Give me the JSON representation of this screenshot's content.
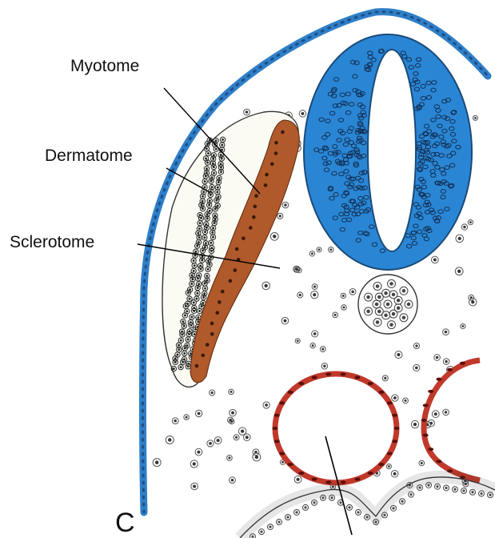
{
  "labels": {
    "myotome": "Myotome",
    "dermatome": "Dermatome",
    "sclerotome": "Sclerotome"
  },
  "panel_letter": "C",
  "colors": {
    "ectoderm": "#2f7fc8",
    "ectoderm_dark": "#1e4f86",
    "neural_tube": "#2a86d4",
    "myotome": "#b0592a",
    "vessel": "#c0392b",
    "cell": "#333333"
  }
}
